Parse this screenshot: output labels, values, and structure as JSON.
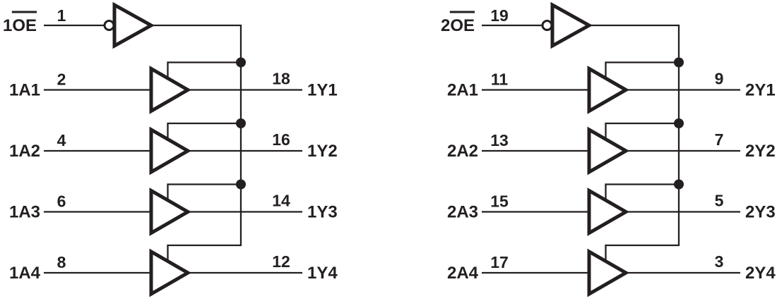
{
  "figure": {
    "type": "logic-diagram",
    "colors": {
      "ink": "#231f20",
      "background": "#ffffff"
    },
    "groups": [
      {
        "id": "buffer-group-1",
        "enable": {
          "label": "1OE",
          "overline_text": "OE",
          "pin": "1"
        },
        "channels": [
          {
            "input_label": "1A1",
            "input_pin": "2",
            "output_pin": "18",
            "output_label": "1Y1"
          },
          {
            "input_label": "1A2",
            "input_pin": "4",
            "output_pin": "16",
            "output_label": "1Y2"
          },
          {
            "input_label": "1A3",
            "input_pin": "6",
            "output_pin": "14",
            "output_label": "1Y3"
          },
          {
            "input_label": "1A4",
            "input_pin": "8",
            "output_pin": "12",
            "output_label": "1Y4"
          }
        ]
      },
      {
        "id": "buffer-group-2",
        "enable": {
          "label": "2OE",
          "overline_text": "OE",
          "pin": "19"
        },
        "channels": [
          {
            "input_label": "2A1",
            "input_pin": "11",
            "output_pin": "9",
            "output_label": "2Y1"
          },
          {
            "input_label": "2A2",
            "input_pin": "13",
            "output_pin": "7",
            "output_label": "2Y2"
          },
          {
            "input_label": "2A3",
            "input_pin": "15",
            "output_pin": "5",
            "output_label": "2Y3"
          },
          {
            "input_label": "2A4",
            "input_pin": "17",
            "output_pin": "3",
            "output_label": "2Y4"
          }
        ]
      }
    ]
  }
}
